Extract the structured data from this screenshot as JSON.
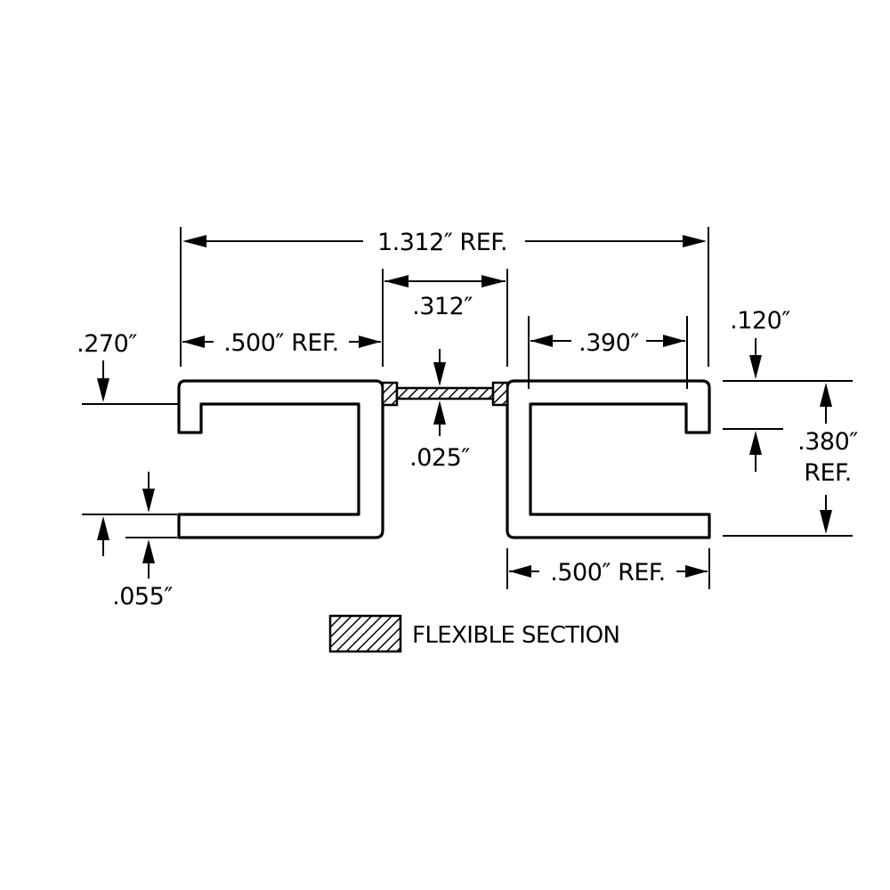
{
  "dimensions": {
    "overall_width": "1.312″ REF.",
    "flex_span": ".312″",
    "left_channel_width": ".500″ REF.",
    "right_lip_width": ".390″",
    "bottom_right_width": ".500″ REF.",
    "left_lip_height": ".270″",
    "flex_thickness": ".025″",
    "wall_thickness": ".055″",
    "right_lip_height": ".120″",
    "overall_height_value": ".380″",
    "overall_height_ref": "REF."
  },
  "legend": {
    "label": "FLEXIBLE SECTION"
  },
  "colors": {
    "line": "#000000",
    "background": "#ffffff"
  }
}
